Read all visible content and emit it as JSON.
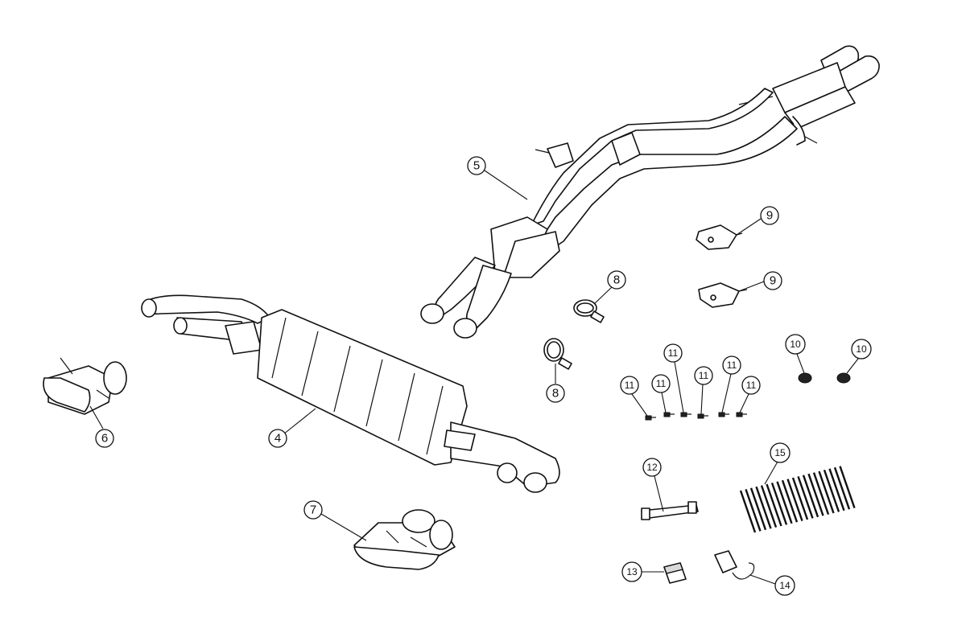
{
  "callouts": [
    {
      "id": "c4",
      "label": "4"
    },
    {
      "id": "c5",
      "label": "5"
    },
    {
      "id": "c6",
      "label": "6"
    },
    {
      "id": "c7",
      "label": "7"
    },
    {
      "id": "c8a",
      "label": "8"
    },
    {
      "id": "c8b",
      "label": "8"
    },
    {
      "id": "c9a",
      "label": "9"
    },
    {
      "id": "c9b",
      "label": "9"
    },
    {
      "id": "c10a",
      "label": "10"
    },
    {
      "id": "c10b",
      "label": "10"
    },
    {
      "id": "c11a",
      "label": "11"
    },
    {
      "id": "c11b",
      "label": "11"
    },
    {
      "id": "c11c",
      "label": "11"
    },
    {
      "id": "c11d",
      "label": "11"
    },
    {
      "id": "c11e",
      "label": "11"
    },
    {
      "id": "c11f",
      "label": "11"
    },
    {
      "id": "c12",
      "label": "12"
    },
    {
      "id": "c13",
      "label": "13"
    },
    {
      "id": "c14",
      "label": "14"
    },
    {
      "id": "c15",
      "label": "15"
    }
  ]
}
